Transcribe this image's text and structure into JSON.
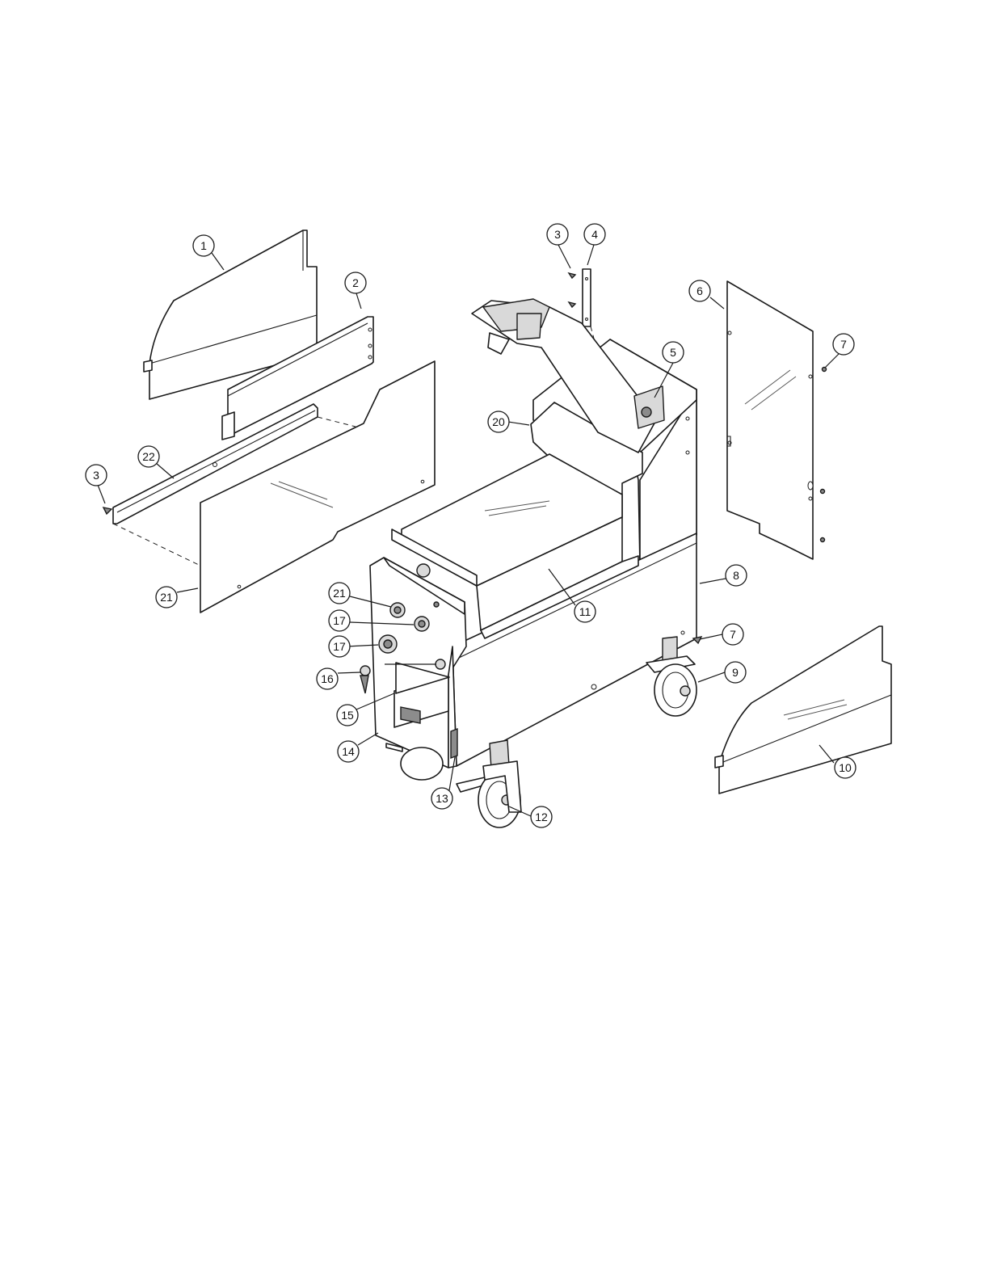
{
  "callouts": [
    {
      "id": "c1",
      "label": "1"
    },
    {
      "id": "c2",
      "label": "2"
    },
    {
      "id": "c3a",
      "label": "3"
    },
    {
      "id": "c3b",
      "label": "3"
    },
    {
      "id": "c4",
      "label": "4"
    },
    {
      "id": "c5",
      "label": "5"
    },
    {
      "id": "c6",
      "label": "6"
    },
    {
      "id": "c7a",
      "label": "7"
    },
    {
      "id": "c7b",
      "label": "7"
    },
    {
      "id": "c8",
      "label": "8"
    },
    {
      "id": "c9",
      "label": "9"
    },
    {
      "id": "c10",
      "label": "10"
    },
    {
      "id": "c11",
      "label": "11"
    },
    {
      "id": "c12",
      "label": "12"
    },
    {
      "id": "c13",
      "label": "13"
    },
    {
      "id": "c14",
      "label": "14"
    },
    {
      "id": "c15",
      "label": "15"
    },
    {
      "id": "c16",
      "label": "16"
    },
    {
      "id": "c17a",
      "label": "17"
    },
    {
      "id": "c17b",
      "label": "17"
    },
    {
      "id": "c20",
      "label": "20"
    },
    {
      "id": "c21a",
      "label": "21"
    },
    {
      "id": "c21b",
      "label": "21"
    },
    {
      "id": "c22",
      "label": "22"
    }
  ]
}
